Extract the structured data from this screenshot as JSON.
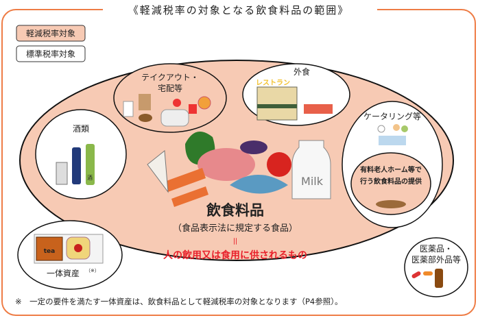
{
  "title": "《軽減税率の対象となる飲食料品の範囲》",
  "legend": {
    "reduced": "軽減税率対象",
    "standard": "標準税率対象"
  },
  "colors": {
    "frame": "#ee7c45",
    "reduced_fill": "#f7cab4",
    "standard_fill": "#ffffff",
    "highlight_red": "#e8202a"
  },
  "center": {
    "heading": "飲食料品",
    "subtitle": "（食品表示法に規定する食品）",
    "equals": "＝",
    "definition": "人の飲用又は食用に供されるもの",
    "milk_label": "Milk"
  },
  "categories": {
    "takeout_line1": "テイクアウト・",
    "takeout_line2": "宅配等",
    "dining_out": "外食",
    "restaurant_sign": "レストラン",
    "alcohol": "酒類",
    "catering": "ケータリング等",
    "elderly_line1": "有料老人ホーム等で",
    "elderly_line2": "行う飲食料品の提供",
    "bundled": "一体資産",
    "bundled_mark": "（※）",
    "tea_label": "tea",
    "sake_label": "酒",
    "medicine_line1": "医薬品・",
    "medicine_line2": "医薬部外品等"
  },
  "footnote": "※　一定の要件を満たす一体資産は、飲食料品として軽減税率の対象となります（P4参照）。"
}
